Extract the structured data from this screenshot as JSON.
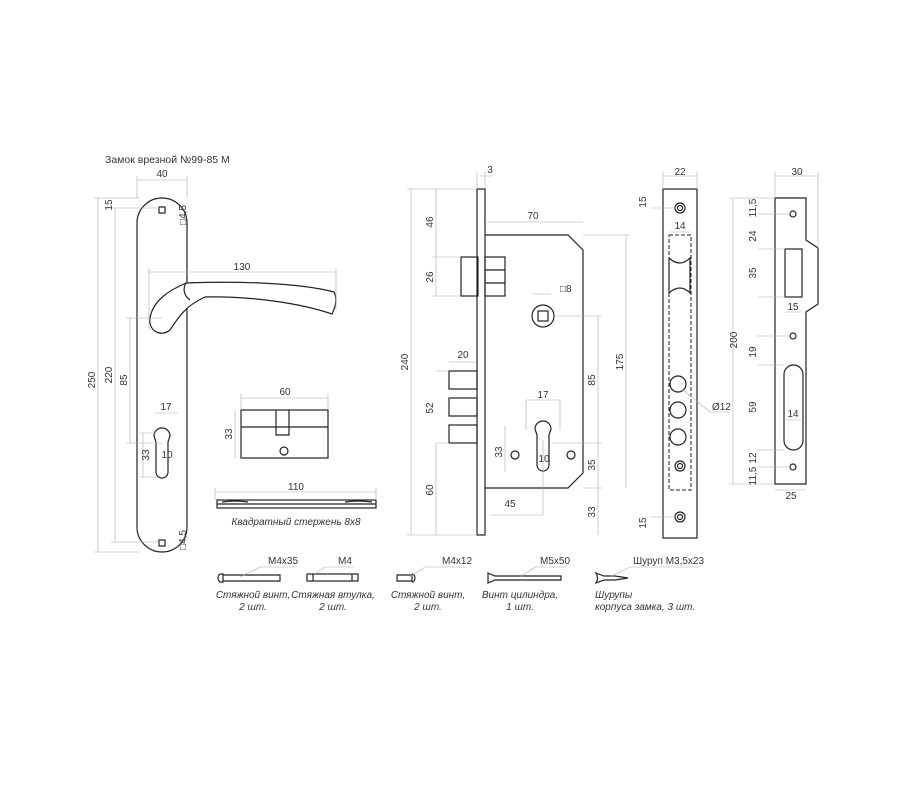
{
  "title": "Замок врезной №99-85 М",
  "handle": {
    "w": "40",
    "h250": "250",
    "h220": "220",
    "h85": "85",
    "top15": "15",
    "hole_top": "□4,5",
    "hole_bot": "□4,5",
    "lever130": "130",
    "key17": "17",
    "key33": "33",
    "key10": "10"
  },
  "cylinder": {
    "len": "60",
    "h": "33"
  },
  "bar": {
    "len": "110",
    "caption": "Квадратный стержень 8х8"
  },
  "lock": {
    "plate3": "3",
    "w70": "70",
    "h46": "46",
    "h26": "26",
    "h240": "240",
    "b20": "20",
    "b52": "52",
    "b60": "60",
    "sq8": "□8",
    "d85": "85",
    "d175": "175",
    "k17": "17",
    "k33": "33",
    "k10": "10",
    "d35": "35",
    "d45": "45",
    "d33": "33"
  },
  "faceplate": {
    "w22": "22",
    "top15": "15",
    "bot15": "15",
    "in14": "14",
    "dia12": "Ø12"
  },
  "strike": {
    "w30": "30",
    "h200": "200",
    "a": "11,5",
    "b": "24",
    "c": "35",
    "w15": "15",
    "d": "19",
    "e": "59",
    "w14": "14",
    "f": "12",
    "g": "11,5",
    "w25": "25"
  },
  "hardware": [
    {
      "spec": "М4х35",
      "line1": "Стяжной винт,",
      "line2": "2 шт."
    },
    {
      "spec": "М4",
      "line1": "Стяжная втулка,",
      "line2": "2 шт."
    },
    {
      "spec": "М4х12",
      "line1": "Стяжной винт,",
      "line2": "2 шт."
    },
    {
      "spec": "М5х50",
      "line1": "Винт цилиндра,",
      "line2": "1 шт."
    },
    {
      "spec": "Шуруп М3,5х23",
      "line1": "Шурупы",
      "line2": "корпуса замка, 3 шт."
    }
  ]
}
